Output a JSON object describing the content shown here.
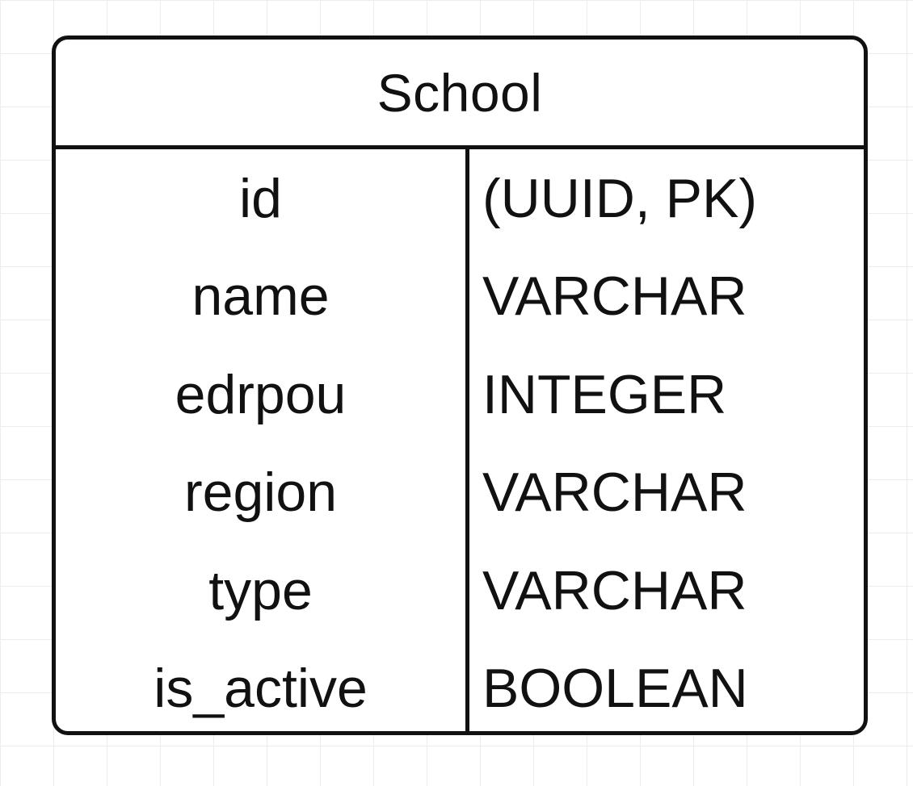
{
  "entity": {
    "title": "School",
    "fields": [
      {
        "name": "id",
        "type": "(UUID, PK)"
      },
      {
        "name": "name",
        "type": "VARCHAR"
      },
      {
        "name": "edrpou",
        "type": "INTEGER"
      },
      {
        "name": "region",
        "type": "VARCHAR"
      },
      {
        "name": "type",
        "type": "VARCHAR"
      },
      {
        "name": "is_active",
        "type": "BOOLEAN"
      }
    ]
  }
}
